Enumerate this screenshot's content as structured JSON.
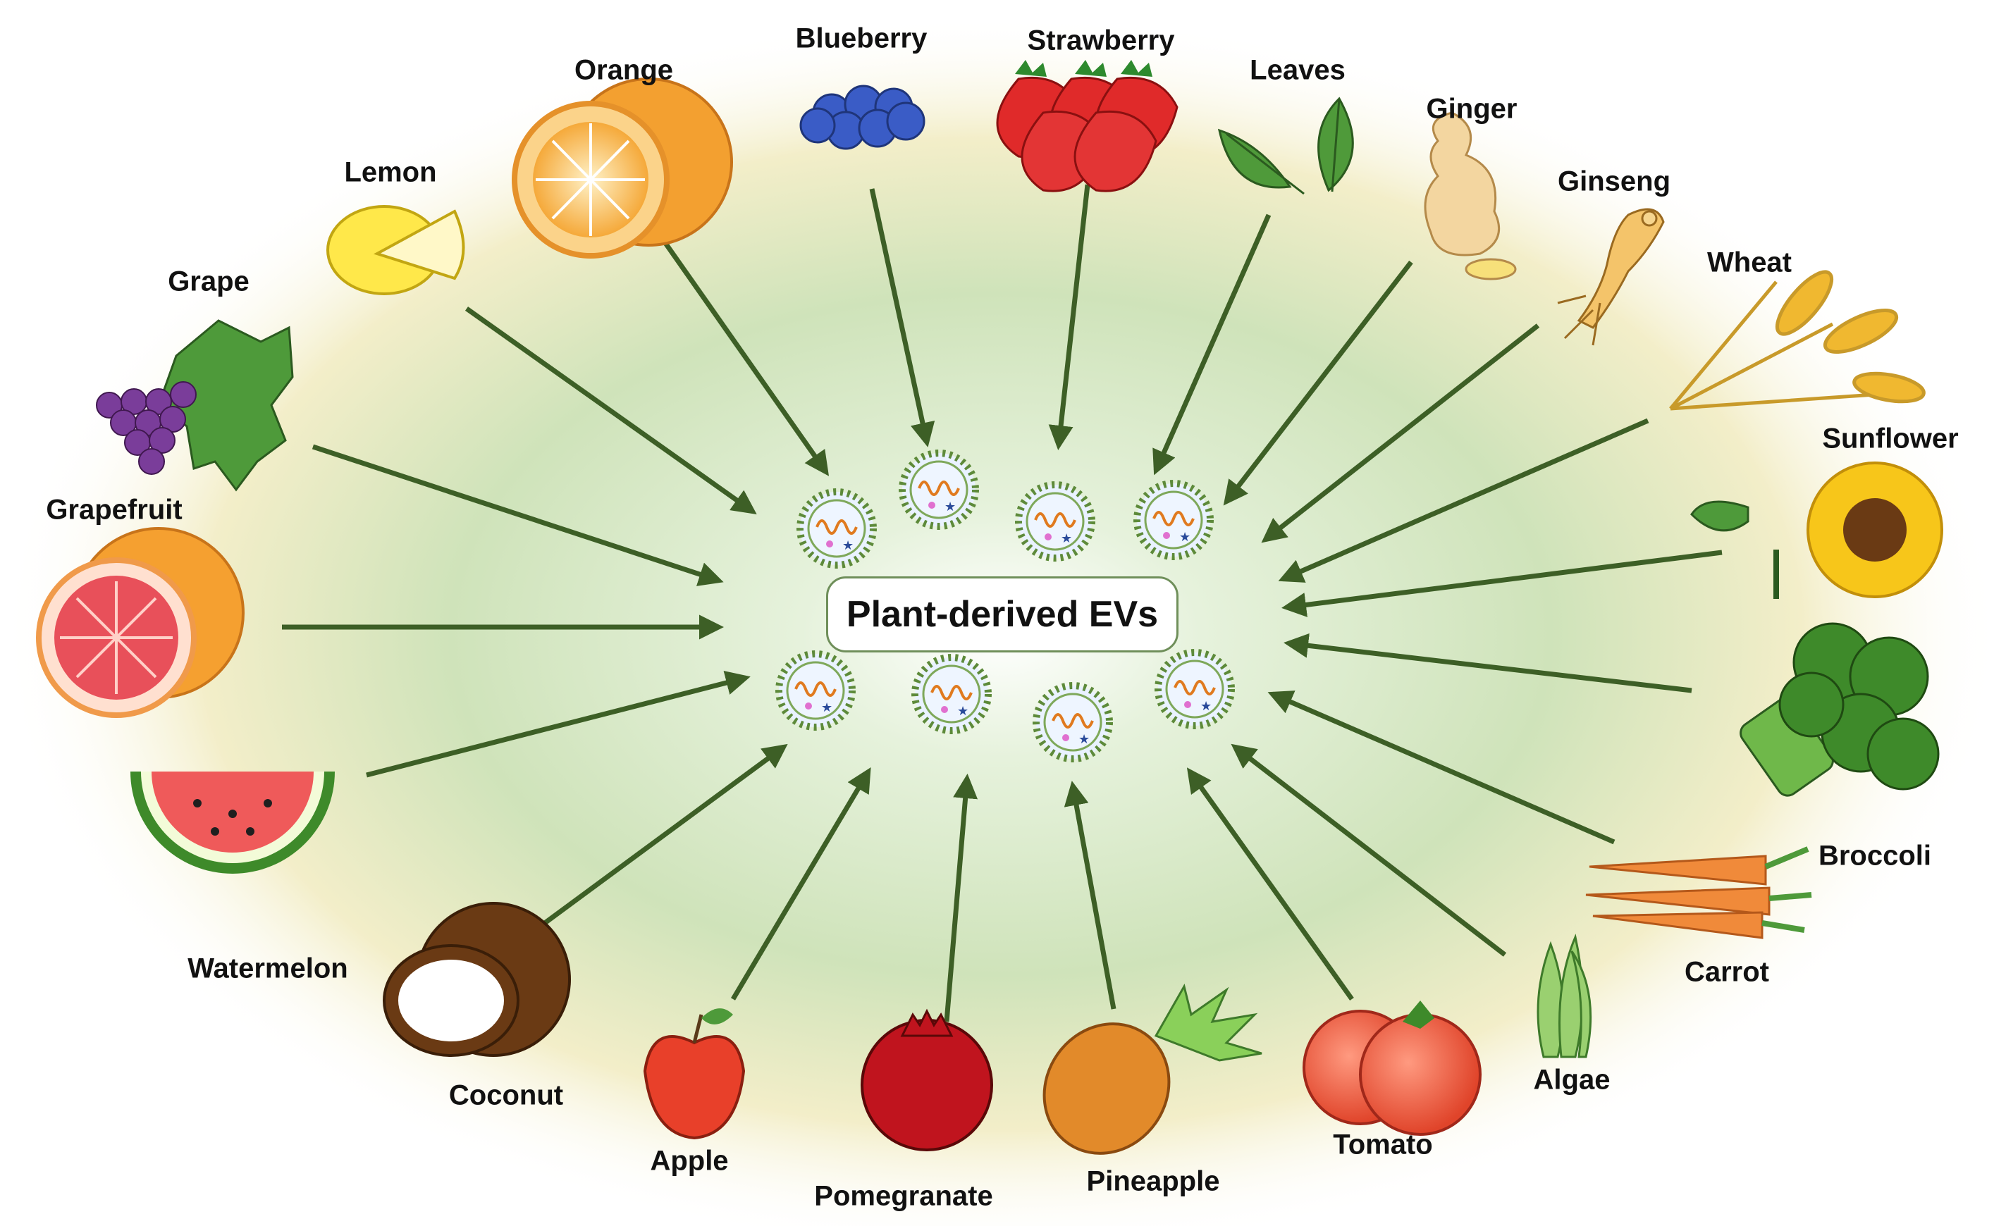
{
  "center": {
    "title": "Plant-derived EVs"
  },
  "sources": [
    {
      "id": "orange",
      "label": "Orange"
    },
    {
      "id": "blueberry",
      "label": "Blueberry"
    },
    {
      "id": "strawberry",
      "label": "Strawberry"
    },
    {
      "id": "leaves",
      "label": "Leaves"
    },
    {
      "id": "ginger",
      "label": "Ginger"
    },
    {
      "id": "ginseng",
      "label": "Ginseng"
    },
    {
      "id": "lemon",
      "label": "Lemon"
    },
    {
      "id": "grape",
      "label": "Grape"
    },
    {
      "id": "wheat",
      "label": "Wheat"
    },
    {
      "id": "sunflower",
      "label": "Sunflower"
    },
    {
      "id": "grapefruit",
      "label": "Grapefruit"
    },
    {
      "id": "broccoli",
      "label": "Broccoli"
    },
    {
      "id": "watermelon",
      "label": "Watermelon"
    },
    {
      "id": "carrot",
      "label": "Carrot"
    },
    {
      "id": "coconut",
      "label": "Coconut"
    },
    {
      "id": "apple",
      "label": "Apple"
    },
    {
      "id": "pomegranate",
      "label": "Pomegranate"
    },
    {
      "id": "pineapple",
      "label": "Pineapple"
    },
    {
      "id": "tomato",
      "label": "Tomato"
    },
    {
      "id": "algae",
      "label": "Algae"
    }
  ],
  "colors": {
    "arrow": "#3d5f26",
    "vesicle_membrane": "#5d8a3a",
    "rna_strand": "#e07a1f",
    "protein_star": "#2a4a9a"
  }
}
